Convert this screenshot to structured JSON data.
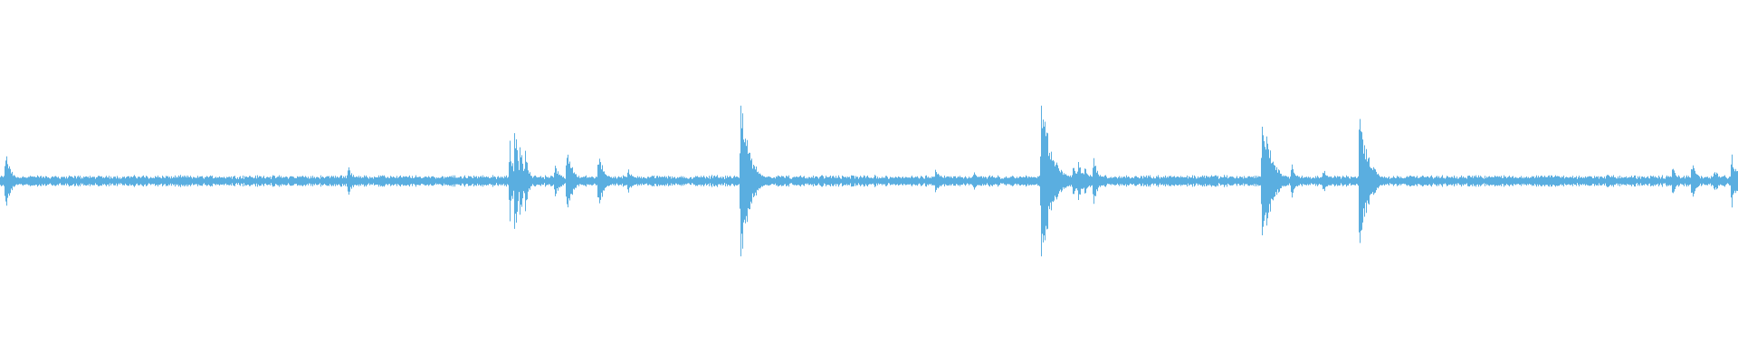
{
  "waveform": {
    "color": "#5aaee0",
    "baseline_amplitude": 0.012,
    "noise_amplitude": 0.01,
    "transients": [
      {
        "at": 0.003,
        "peak": 0.09,
        "decay": 0.003
      },
      {
        "at": 0.2,
        "peak": 0.05,
        "decay": 0.003
      },
      {
        "at": 0.293,
        "peak": 0.14,
        "decay": 0.002
      },
      {
        "at": 0.296,
        "peak": 0.18,
        "decay": 0.002
      },
      {
        "at": 0.299,
        "peak": 0.14,
        "decay": 0.002
      },
      {
        "at": 0.302,
        "peak": 0.1,
        "decay": 0.002
      },
      {
        "at": 0.319,
        "peak": 0.05,
        "decay": 0.003
      },
      {
        "at": 0.326,
        "peak": 0.11,
        "decay": 0.003
      },
      {
        "at": 0.344,
        "peak": 0.08,
        "decay": 0.004
      },
      {
        "at": 0.361,
        "peak": 0.04,
        "decay": 0.003
      },
      {
        "at": 0.426,
        "peak": 0.24,
        "decay": 0.005
      },
      {
        "at": 0.538,
        "peak": 0.04,
        "decay": 0.003
      },
      {
        "at": 0.56,
        "peak": 0.03,
        "decay": 0.003
      },
      {
        "at": 0.599,
        "peak": 0.25,
        "decay": 0.006
      },
      {
        "at": 0.617,
        "peak": 0.05,
        "decay": 0.003
      },
      {
        "at": 0.62,
        "peak": 0.06,
        "decay": 0.003
      },
      {
        "at": 0.624,
        "peak": 0.05,
        "decay": 0.003
      },
      {
        "at": 0.629,
        "peak": 0.07,
        "decay": 0.003
      },
      {
        "at": 0.726,
        "peak": 0.22,
        "decay": 0.005
      },
      {
        "at": 0.743,
        "peak": 0.05,
        "decay": 0.003
      },
      {
        "at": 0.761,
        "peak": 0.04,
        "decay": 0.003
      },
      {
        "at": 0.782,
        "peak": 0.2,
        "decay": 0.005
      },
      {
        "at": 0.962,
        "peak": 0.05,
        "decay": 0.003
      },
      {
        "at": 0.973,
        "peak": 0.06,
        "decay": 0.003
      },
      {
        "at": 0.986,
        "peak": 0.04,
        "decay": 0.003
      },
      {
        "at": 0.996,
        "peak": 0.09,
        "decay": 0.003
      }
    ]
  }
}
